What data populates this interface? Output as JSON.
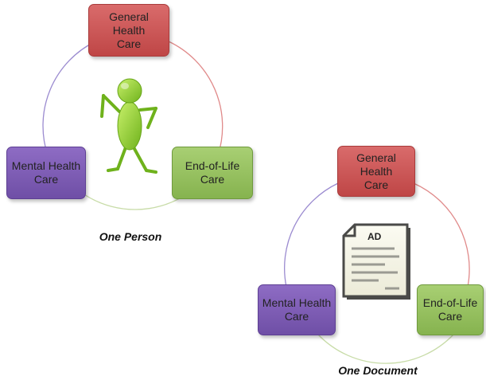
{
  "diagram_person": {
    "top_label": "General Health\nCare",
    "left_label": "Mental Health\nCare",
    "right_label": "End-of-Life\nCare",
    "caption": "One Person"
  },
  "diagram_document": {
    "top_label": "General Health\nCare",
    "left_label": "Mental Health\nCare",
    "right_label": "End-of-Life\nCare",
    "caption": "One Document",
    "doc_badge": "AD"
  },
  "colors": {
    "red": "#c24b4b",
    "purple": "#7a58b0",
    "green": "#94c05e",
    "figure_green": "#8fd32a",
    "arc_red": "#e08a8a",
    "arc_purple": "#9b8bd0",
    "arc_green": "#c8dca8"
  },
  "icons": [
    "stick-figure-icon",
    "document-icon"
  ]
}
